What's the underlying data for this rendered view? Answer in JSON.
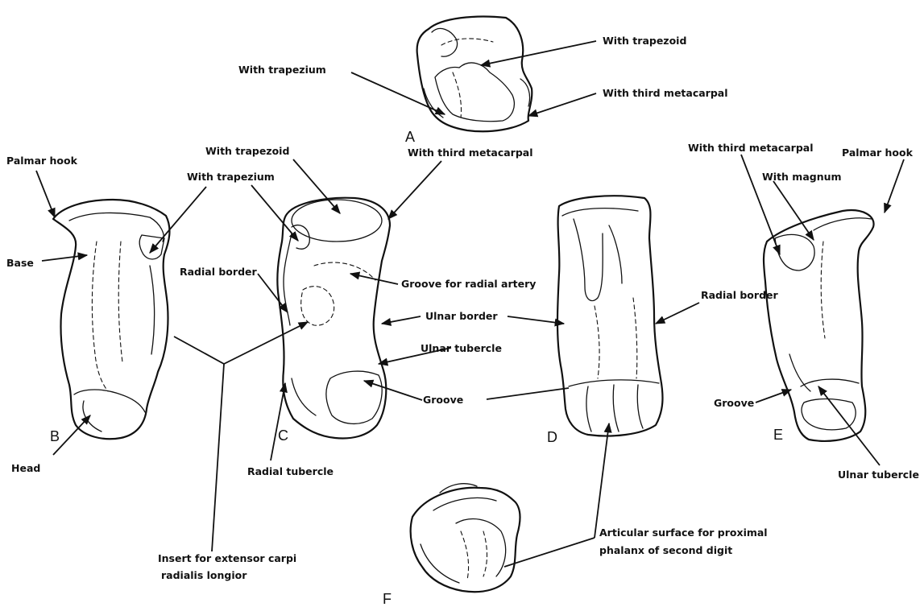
{
  "views": {
    "a": "A",
    "b": "B",
    "c": "C",
    "d": "D",
    "e": "E",
    "f": "F"
  },
  "labels": {
    "a_with_trapezoid": "With trapezoid",
    "a_with_trapezium": "With trapezium",
    "a_with_third_metacarpal": "With third metacarpal",
    "b_palmar_hook": "Palmar hook",
    "b_base": "Base",
    "b_head": "Head",
    "c_with_trapezoid": "With trapezoid",
    "c_with_trapezium": "With trapezium",
    "c_with_third_metacarpal": "With third metacarpal",
    "c_radial_border": "Radial border",
    "c_groove_radial_artery": "Groove for radial artery",
    "ulnar_border": "Ulnar border",
    "c_ulnar_tubercle": "Ulnar tubercle",
    "groove_cd": "Groove",
    "c_radial_tubercle": "Radial tubercle",
    "d_radial_border": "Radial border",
    "insert_line1": "Insert for extensor carpi",
    "insert_line2": "radialis longior",
    "e_with_third_metacarpal": "With third metacarpal",
    "e_palmar_hook": "Palmar hook",
    "e_with_magnum": "With magnum",
    "e_groove": "Groove",
    "e_ulnar_tubercle": "Ulnar tubercle",
    "f_articular_line1": "Articular surface for proximal",
    "f_articular_line2": "phalanx of second digit"
  }
}
